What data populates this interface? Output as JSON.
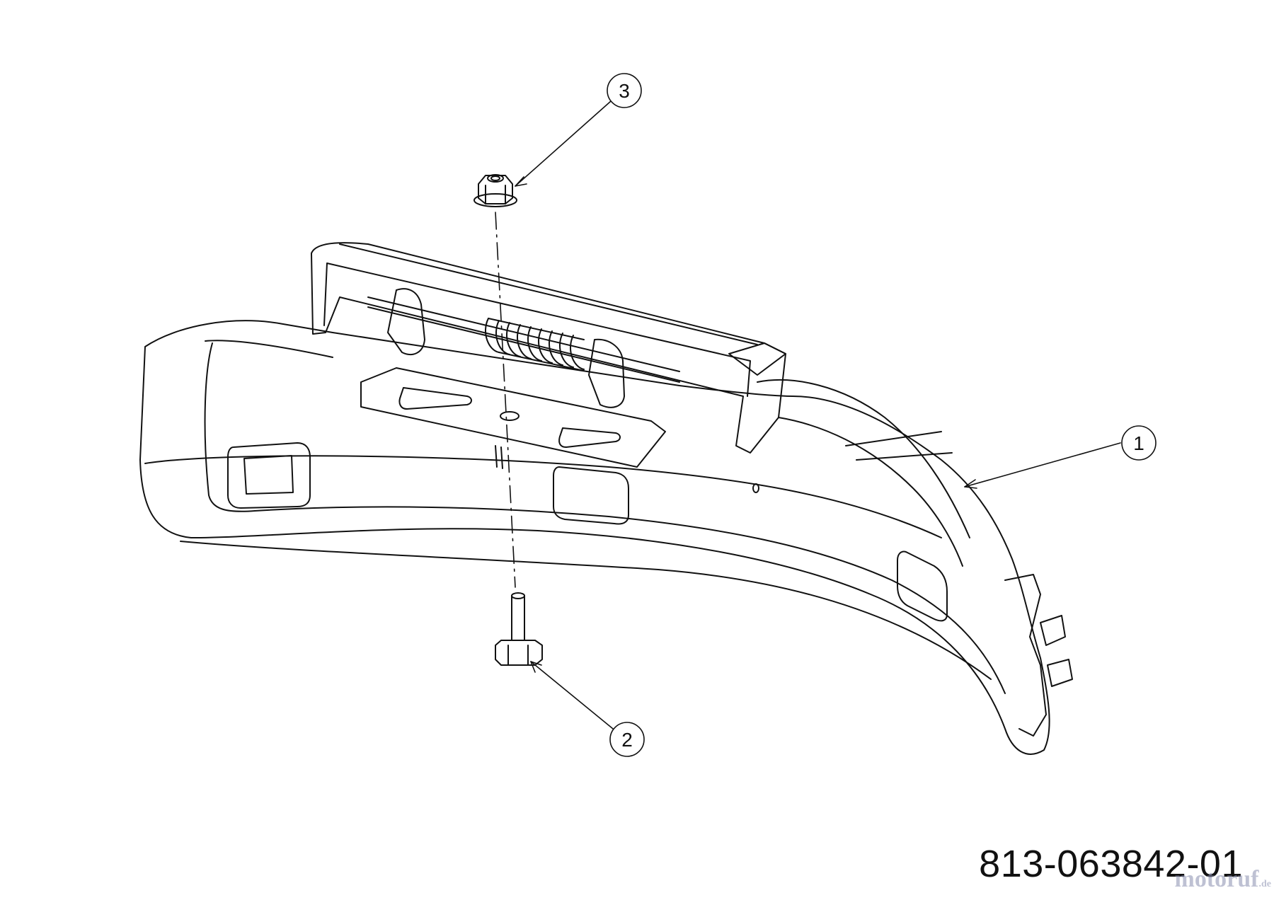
{
  "callouts": [
    {
      "id": "1",
      "label": "1",
      "part": "seat-hinge-bracket"
    },
    {
      "id": "2",
      "label": "2",
      "part": "hex-bolt"
    },
    {
      "id": "3",
      "label": "3",
      "part": "flange-lock-nut"
    }
  ],
  "part_number": "813-063842-01",
  "watermark": {
    "brand": "motoruf",
    "tld": ".de"
  },
  "colors": {
    "line": "#111111",
    "background": "#ffffff",
    "watermark": "#8a8fb0"
  }
}
